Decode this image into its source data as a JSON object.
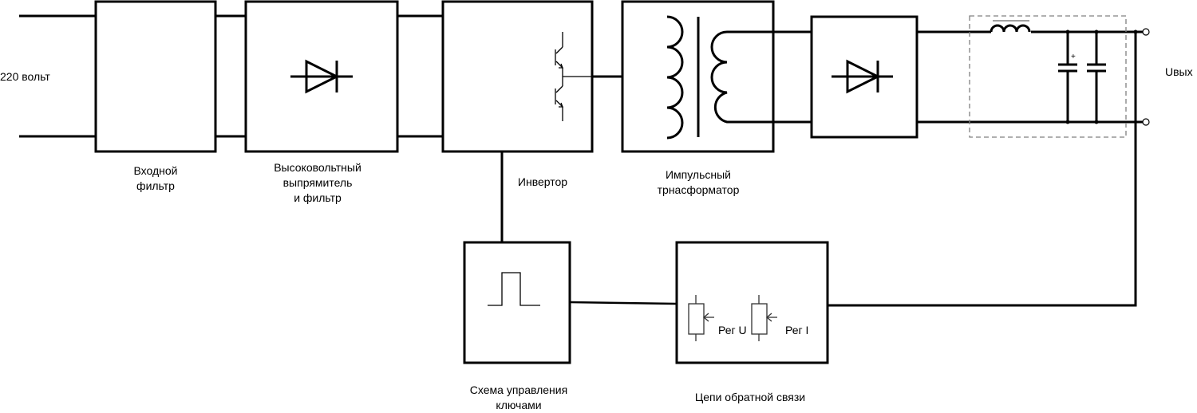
{
  "diagram": {
    "title": "Block diagram of a switching power supply",
    "input_label": "220 вольт",
    "output_label": "Uвых",
    "blocks": [
      {
        "id": "input-filter",
        "label_lines": [
          "Входной",
          "фильтр"
        ],
        "symbol": "none"
      },
      {
        "id": "hv-rectifier",
        "label_lines": [
          "Высоковольтный",
          "выпрямитель",
          "и фильтр"
        ],
        "symbol": "diode"
      },
      {
        "id": "inverter",
        "label_lines": [
          "Инвертор"
        ],
        "symbol": "transistor-half-bridge"
      },
      {
        "id": "pulse-transformer",
        "label_lines": [
          "Импульсный",
          "трнасформатор"
        ],
        "symbol": "transformer"
      },
      {
        "id": "output-rectifier",
        "label_lines": [],
        "symbol": "diode"
      },
      {
        "id": "output-filter",
        "label_lines": [],
        "symbol": "lc-filter",
        "style": "dashed"
      },
      {
        "id": "control-circuit",
        "label_lines": [
          "Схема управления",
          "ключами"
        ],
        "symbol": "pulse"
      },
      {
        "id": "feedback-circuit",
        "label_lines": [
          "Цепи обратной связи"
        ],
        "symbol": "potentiometers"
      }
    ],
    "feedback_regulators": [
      "Рег U",
      "Рег I"
    ],
    "capacitor_polarity_mark": "+",
    "colors": {
      "line": "#000000",
      "dashed": "#808080",
      "background": "#ffffff"
    }
  }
}
